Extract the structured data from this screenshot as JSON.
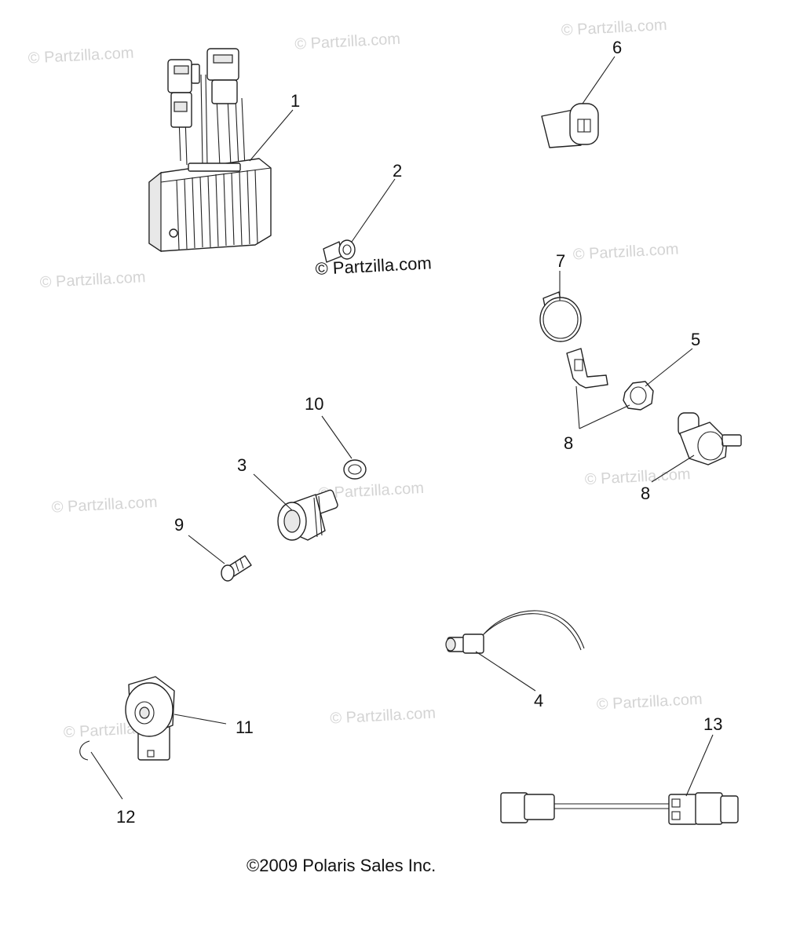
{
  "watermark": "© Partzilla.com",
  "copyright": "©2009 Polaris Sales Inc.",
  "callouts": {
    "c1": "1",
    "c2": "2",
    "c3": "3",
    "c4": "4",
    "c5": "5",
    "c6": "6",
    "c7": "7",
    "c8a": "8",
    "c8b": "8",
    "c9": "9",
    "c10": "10",
    "c11": "11",
    "c12": "12",
    "c13": "13"
  }
}
